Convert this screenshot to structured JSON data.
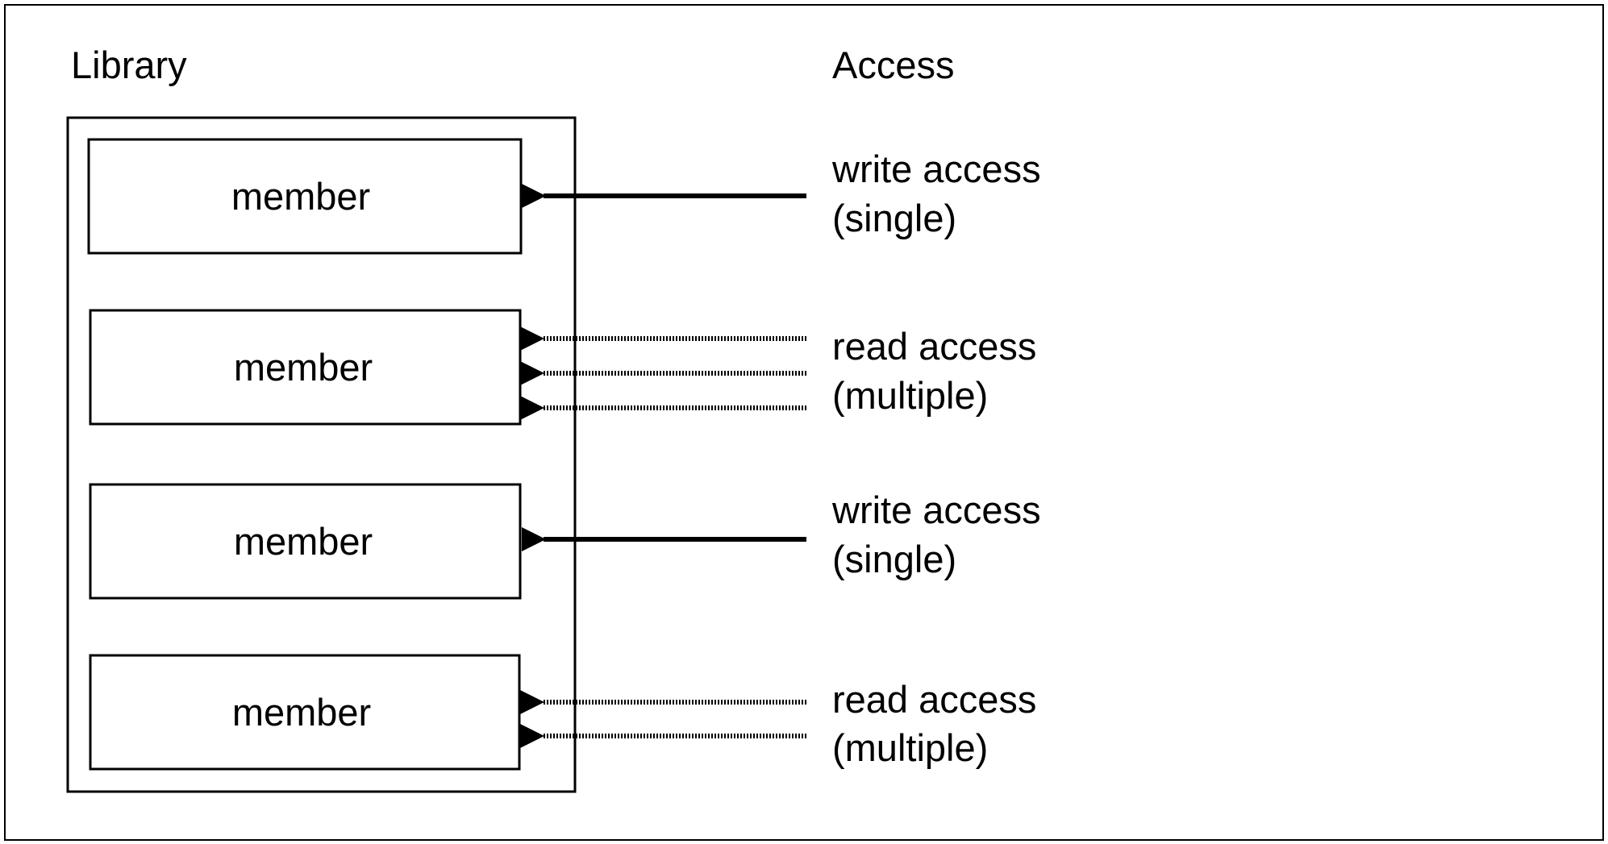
{
  "headings": {
    "library": "Library",
    "access": "Access"
  },
  "members": [
    {
      "label": "member"
    },
    {
      "label": "member"
    },
    {
      "label": "member"
    },
    {
      "label": "member"
    }
  ],
  "access_groups": [
    {
      "type": "write",
      "arrows": 1,
      "line1": "write access",
      "line2": "(single)"
    },
    {
      "type": "read",
      "arrows": 3,
      "line1": "read access",
      "line2": "(multiple)"
    },
    {
      "type": "write",
      "arrows": 1,
      "line1": "write access",
      "line2": "(single)"
    },
    {
      "type": "read",
      "arrows": 2,
      "line1": "read access",
      "line2": "(multiple)"
    }
  ],
  "colors": {
    "stroke": "#000000",
    "background": "#ffffff"
  }
}
